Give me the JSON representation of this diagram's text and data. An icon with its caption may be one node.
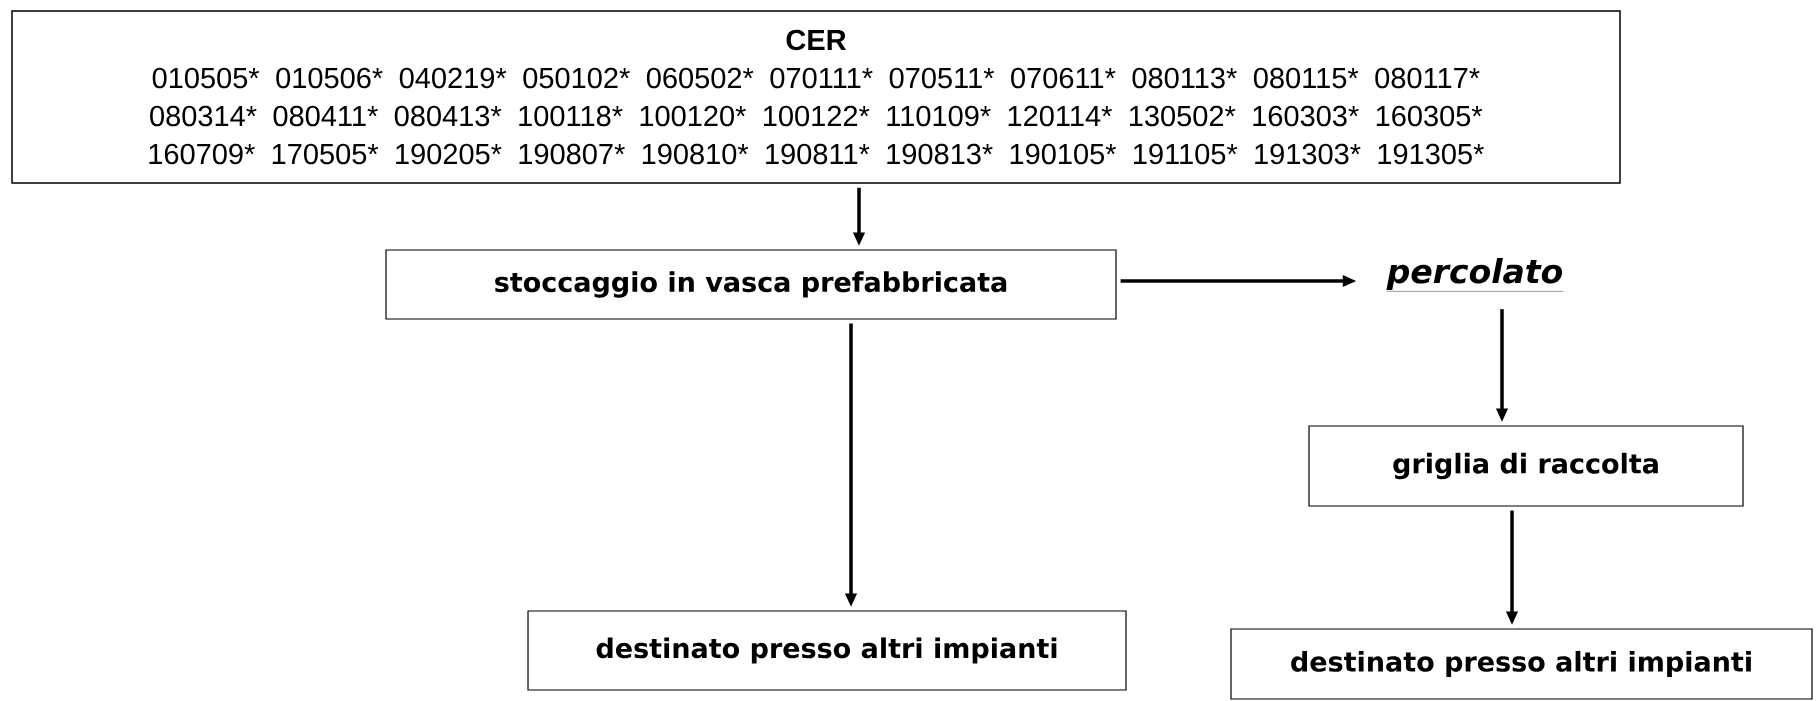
{
  "diagram": {
    "nodes": [
      {
        "text": [
          "CER",
          "010505* 010506* 040219* 050102* 060502* 070111* 070511* 070611* 080113* 080115* 080117* 080314* 080411* 080413* 100118* 100120* 100122* 110109* 120114* 130502* 160303* 160305* 160709* 170505* 190205* 190807* 190810* 190811* 190813* 190105* 191105* 191303* 191305*"
        ]
      },
      {
        "text": [
          "stoccaggio in vasca prefabbricata"
        ]
      },
      {
        "text": [
          "percolato"
        ]
      },
      {
        "text": [
          "griglia di raccolta"
        ]
      },
      {
        "text": [
          "destinato presso altri impianti"
        ]
      },
      {
        "text": [
          "destinato presso altri impianti"
        ]
      }
    ],
    "edges": [
      {
        "from": 0,
        "to": 1,
        "arrow": "to"
      },
      {
        "from": 1,
        "to": 2,
        "arrow": "to"
      },
      {
        "from": 1,
        "to": 4,
        "arrow": "to"
      },
      {
        "from": 2,
        "to": 3,
        "arrow": "to"
      },
      {
        "from": 3,
        "to": 5,
        "arrow": "to"
      }
    ]
  }
}
